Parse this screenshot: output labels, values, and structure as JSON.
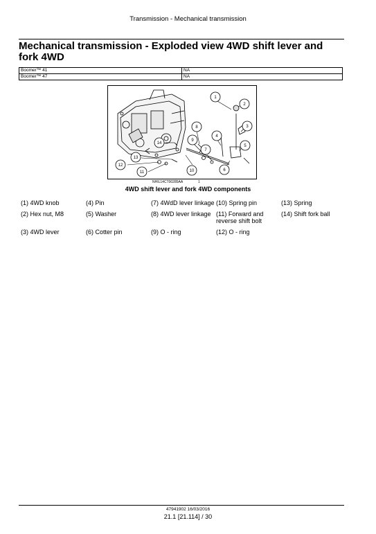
{
  "header": {
    "section": "Transmission - Mechanical transmission"
  },
  "title": "Mechanical transmission - Exploded view 4WD shift lever and fork 4WD",
  "models": [
    {
      "name": "Boomer™ 41",
      "value": "NA"
    },
    {
      "name": "Boomer™ 47",
      "value": "NA"
    }
  ],
  "figure": {
    "code": "NHIL14CT00285AA",
    "number": "1",
    "caption": "4WD shift lever and fork 4WD components",
    "callouts": [
      "1",
      "2",
      "3",
      "4",
      "5",
      "6",
      "7",
      "8",
      "9",
      "10",
      "11",
      "12",
      "13",
      "14"
    ]
  },
  "parts": [
    "(1) 4WD knob",
    "(4) Pin",
    "(7) 4WdD lever linkage",
    "(10) Spring pin",
    "(13) Spring",
    "(2) Hex nut, M8",
    "(5) Washer",
    "(8) 4WD lever linkage",
    "(11) Forward and reverse shift bolt",
    "(14) Shift fork ball",
    "(3) 4WD lever",
    "(6) Cotter pin",
    "(9) O - ring",
    "(12) O - ring"
  ],
  "footer": {
    "docref": "47941902 16/03/2016",
    "page": "21.1 [21.114] / 30"
  }
}
